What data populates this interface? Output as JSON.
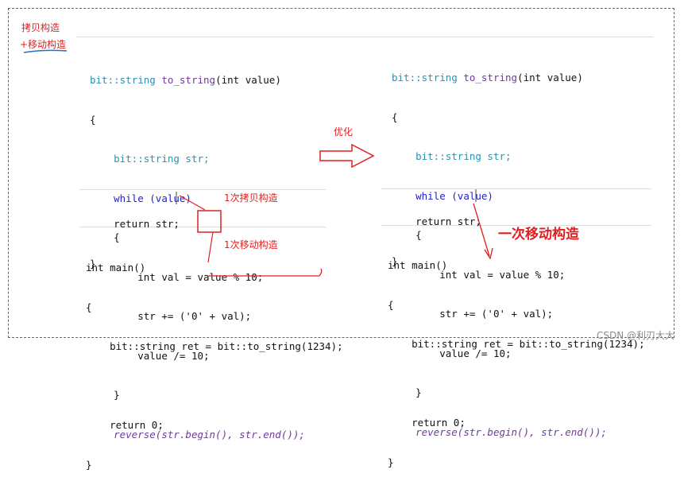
{
  "notes": {
    "copy_ctor": "拷贝构造",
    "plus_move_ctor": "+移动构造",
    "optimize": "优化",
    "one_copy": "1次拷贝构造",
    "one_move": "1次移动构造",
    "one_move_big": "一次移动构造"
  },
  "code": {
    "sig_ns": "bit::",
    "sig_type": "string",
    "sig_fn": "to_string",
    "sig_params": "(int value)",
    "open_brace": "{",
    "close_brace": "}",
    "decl_str": "bit::string str;",
    "while_line": "while (value)",
    "val_line": "int val = value % 10;",
    "append_line": "str += ('0' + val);",
    "div_line": "value /= 10;",
    "reverse_line": "reverse(str.begin(), str.end());",
    "return_str": "return str;",
    "main_sig": "int main()",
    "ret_line": "bit::string ret = bit::to_string(1234);",
    "return_zero": "return 0;"
  },
  "watermark": "CSDN @利刃大大",
  "colors": {
    "annotation": "#e02020",
    "keyword": "#1f1fd0"
  }
}
